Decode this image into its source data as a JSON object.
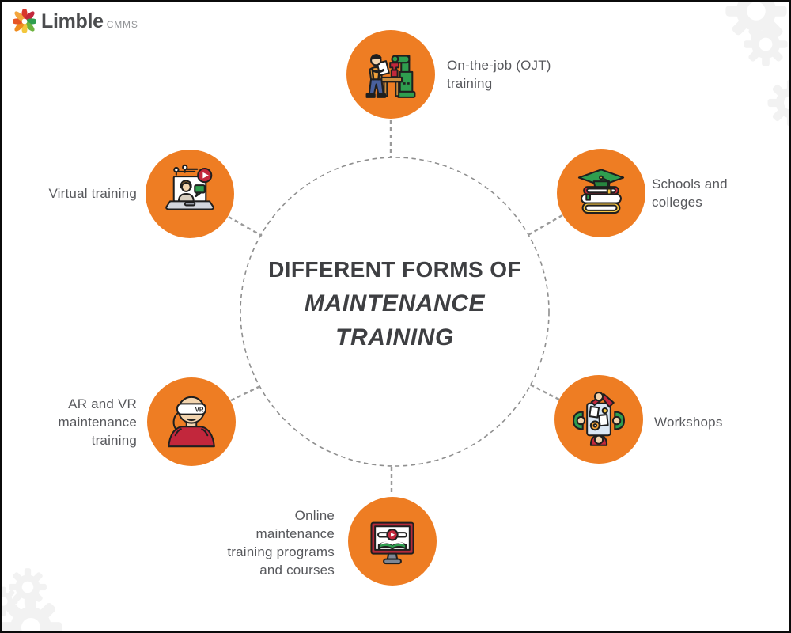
{
  "logo": {
    "brand": "Limble",
    "suffix": "CMMS"
  },
  "title": {
    "line1": "DIFFERENT FORMS OF",
    "line2": "MAINTENANCE",
    "line3": "TRAINING"
  },
  "items": [
    {
      "id": "ojt",
      "icon": "worker-robotic-arm-icon",
      "lines": [
        "On-the-job (OJT)",
        "training"
      ]
    },
    {
      "id": "schools",
      "icon": "graduation-cap-books-icon",
      "lines": [
        "Schools and",
        "colleges"
      ]
    },
    {
      "id": "workshops",
      "icon": "workshop-roundtable-icon",
      "lines": [
        "Workshops"
      ]
    },
    {
      "id": "online",
      "icon": "online-course-monitor-icon",
      "lines": [
        "Online",
        "maintenance",
        "training programs",
        "and courses"
      ]
    },
    {
      "id": "arvr",
      "icon": "vr-headset-person-icon",
      "lines": [
        "AR and VR",
        "maintenance",
        "training"
      ]
    },
    {
      "id": "virtual",
      "icon": "virtual-training-laptop-icon",
      "lines": [
        "Virtual training"
      ]
    }
  ],
  "colors": {
    "node_orange": "#ee7d23",
    "label_gray": "#57585c",
    "title_gray": "#3e3f42",
    "connector_gray": "#9a9a9a",
    "icon_green": "#2f9e4f",
    "icon_red": "#c2273c",
    "gear_watermark": "#f2f2f2"
  }
}
